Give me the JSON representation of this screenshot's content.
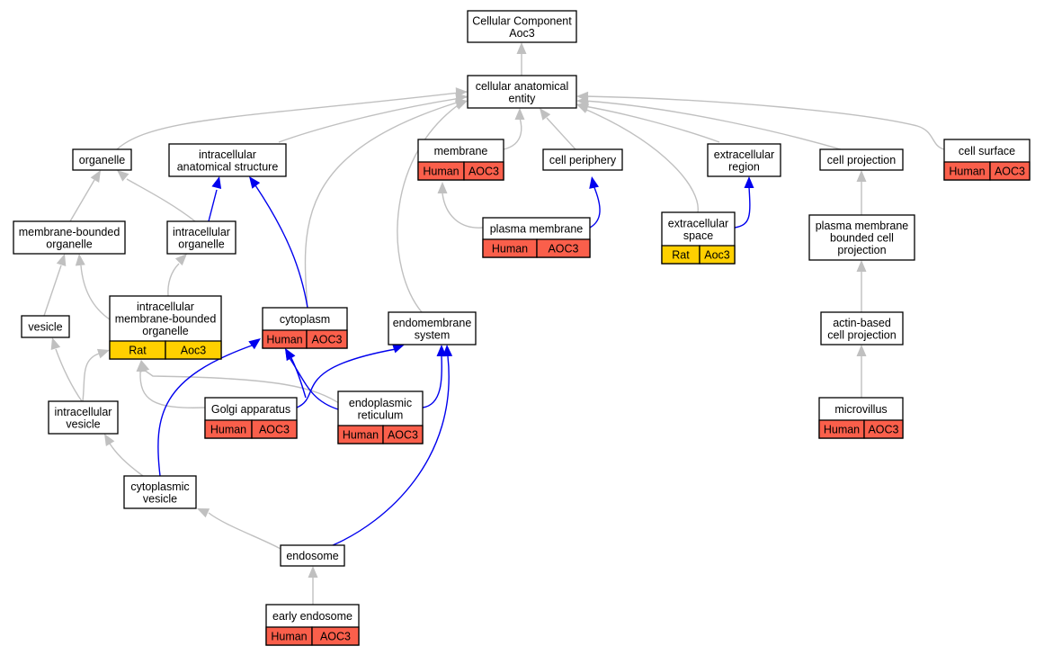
{
  "colors": {
    "is_a_edge": "#c0c0c0",
    "part_of_edge": "#0000ee",
    "human_cell": "#fa5f4b",
    "rat_cell": "#ffd000",
    "node_border": "#000000",
    "background": "#ffffff"
  },
  "nodes": {
    "root": {
      "title": [
        "Cellular Component",
        "Aoc3"
      ]
    },
    "cellular-anatomical-entity": {
      "title": [
        "cellular anatomical",
        "entity"
      ]
    },
    "organelle": {
      "title": [
        "organelle"
      ]
    },
    "intracellular-anatomical-structure": {
      "title": [
        "intracellular",
        "anatomical structure"
      ]
    },
    "membrane": {
      "title": [
        "membrane"
      ],
      "annotations": {
        "species": "Human",
        "gene": "AOC3"
      }
    },
    "cell-periphery": {
      "title": [
        "cell periphery"
      ]
    },
    "extracellular-region": {
      "title": [
        "extracellular",
        "region"
      ]
    },
    "cell-projection": {
      "title": [
        "cell projection"
      ]
    },
    "cell-surface": {
      "title": [
        "cell surface"
      ],
      "annotations": {
        "species": "Human",
        "gene": "AOC3"
      }
    },
    "membrane-bounded-organelle": {
      "title": [
        "membrane-bounded",
        "organelle"
      ]
    },
    "intracellular-organelle": {
      "title": [
        "intracellular",
        "organelle"
      ]
    },
    "plasma-membrane": {
      "title": [
        "plasma membrane"
      ],
      "annotations": {
        "species": "Human",
        "gene": "AOC3"
      }
    },
    "extracellular-space": {
      "title": [
        "extracellular",
        "space"
      ],
      "annotations": {
        "species": "Rat",
        "gene": "Aoc3"
      }
    },
    "plasma-membrane-bounded-cell-projection": {
      "title": [
        "plasma membrane",
        "bounded cell",
        "projection"
      ]
    },
    "vesicle": {
      "title": [
        "vesicle"
      ]
    },
    "intracellular-membrane-bounded-organelle": {
      "title": [
        "intracellular",
        "membrane-bounded",
        "organelle"
      ],
      "annotations": {
        "species": "Rat",
        "gene": "Aoc3"
      }
    },
    "cytoplasm": {
      "title": [
        "cytoplasm"
      ],
      "annotations": {
        "species": "Human",
        "gene": "AOC3"
      }
    },
    "endomembrane-system": {
      "title": [
        "endomembrane",
        "system"
      ]
    },
    "actin-based-cell-projection": {
      "title": [
        "actin-based",
        "cell projection"
      ]
    },
    "intracellular-vesicle": {
      "title": [
        "intracellular",
        "vesicle"
      ]
    },
    "golgi-apparatus": {
      "title": [
        "Golgi apparatus"
      ],
      "annotations": {
        "species": "Human",
        "gene": "AOC3"
      }
    },
    "endoplasmic-reticulum": {
      "title": [
        "endoplasmic",
        "reticulum"
      ],
      "annotations": {
        "species": "Human",
        "gene": "AOC3"
      }
    },
    "microvillus": {
      "title": [
        "microvillus"
      ],
      "annotations": {
        "species": "Human",
        "gene": "AOC3"
      }
    },
    "cytoplasmic-vesicle": {
      "title": [
        "cytoplasmic",
        "vesicle"
      ]
    },
    "endosome": {
      "title": [
        "endosome"
      ]
    },
    "early-endosome": {
      "title": [
        "early endosome"
      ],
      "annotations": {
        "species": "Human",
        "gene": "AOC3"
      }
    }
  }
}
